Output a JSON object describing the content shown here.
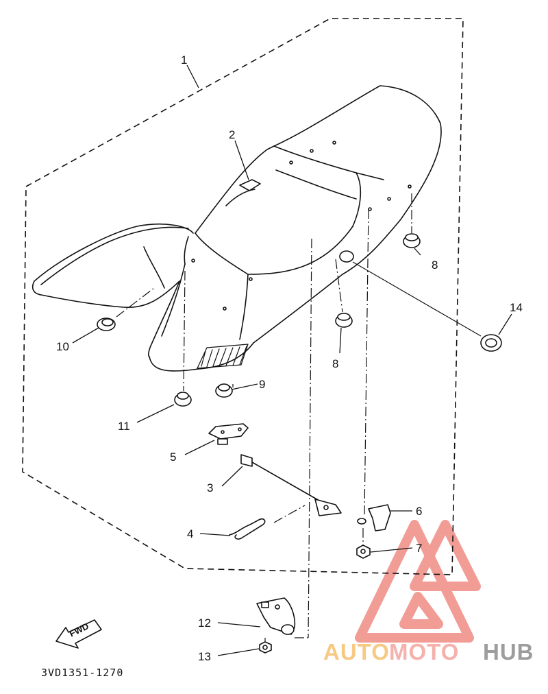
{
  "diagram": {
    "catalog_code": "3VD1351-1270",
    "forward_arrow_label": "FWD",
    "line_color": "#111111",
    "background_color": "#ffffff",
    "callouts": [
      {
        "id": "1",
        "label": "1"
      },
      {
        "id": "2",
        "label": "2"
      },
      {
        "id": "3",
        "label": "3"
      },
      {
        "id": "4",
        "label": "4"
      },
      {
        "id": "5",
        "label": "5"
      },
      {
        "id": "6",
        "label": "6"
      },
      {
        "id": "7",
        "label": "7"
      },
      {
        "id": "8a",
        "label": "8"
      },
      {
        "id": "8b",
        "label": "8"
      },
      {
        "id": "9",
        "label": "9"
      },
      {
        "id": "10",
        "label": "10"
      },
      {
        "id": "11",
        "label": "11"
      },
      {
        "id": "12",
        "label": "12"
      },
      {
        "id": "13",
        "label": "13"
      },
      {
        "id": "14",
        "label": "14"
      }
    ]
  },
  "watermark": {
    "part1": "AUTO",
    "part2": "MOTO",
    "part3": "HUB",
    "color_auto": "#f5c06f",
    "color_moto": "#f4a49e",
    "color_hub": "#8c8c8c",
    "triangle_color": "#f08b84"
  }
}
